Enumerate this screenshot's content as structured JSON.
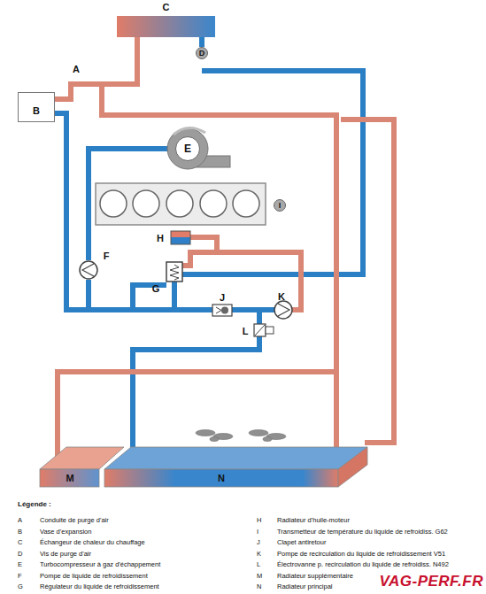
{
  "diagram": {
    "nodes": [
      {
        "text": [
          "C"
        ]
      },
      {
        "text": [
          "D"
        ]
      },
      {
        "text": [
          "B"
        ]
      },
      {
        "text": [
          "E"
        ]
      },
      {
        "text": [
          "I"
        ]
      },
      {
        "text": [
          "M"
        ]
      },
      {
        "text": [
          "N"
        ]
      }
    ],
    "edges": [
      {
        "from": 0,
        "to": 1,
        "arrow": "none"
      }
    ],
    "labels": [
      "A",
      "F",
      "G",
      "H",
      "J",
      "K",
      "L",
      "Légende :",
      "A",
      "Conduite de purge d'air",
      "B",
      "Vase d'expansion",
      "C",
      "Échangeur de chaleur du chauffage",
      "D",
      "Vis de purge d'air",
      "E",
      "Turbocompresseur à gaz d'échappement",
      "F",
      "Pompe de liquide de refroidissement",
      "G",
      "Régulateur du liquide de refroidissement",
      "H",
      "Radiateur d'huile-moteur",
      "I",
      "Transmetteur de température du liquide de refroidiss. G62",
      "J",
      "Clapet antiretour",
      "K",
      "Pompe de recirculation du liquide de refroidissement V51",
      "L",
      "Électrovanne p. recirculation du liquide de refroidiss. N492",
      "M",
      "Radiateur supplémentaire",
      "N",
      "Radiateur principal",
      "VAG-PERF.FR"
    ]
  }
}
